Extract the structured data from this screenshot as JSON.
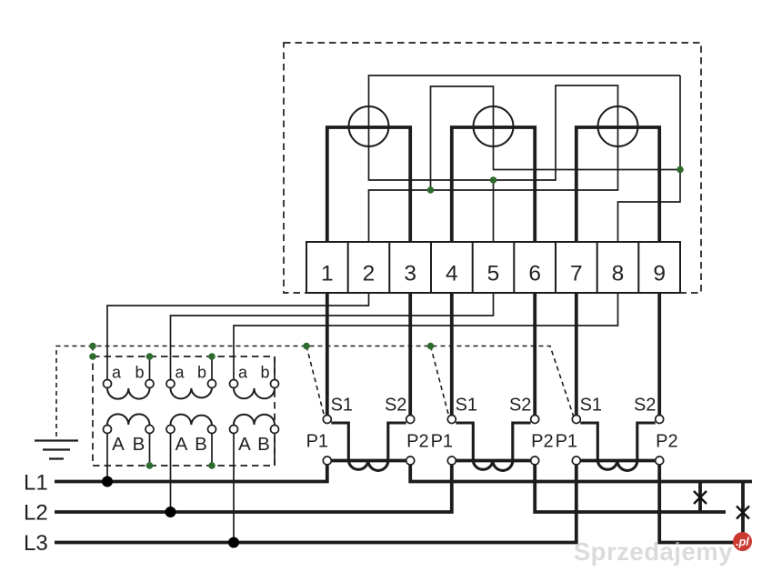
{
  "colors": {
    "wire": "#1c1c1c",
    "junction_green": "#2e6b2e",
    "junction_black": "#000000",
    "watermark_badge": "#cb3a31"
  },
  "meter": {
    "terminal_labels": [
      "1",
      "2",
      "3",
      "4",
      "5",
      "6",
      "7",
      "8",
      "9"
    ]
  },
  "voltage_transformers": {
    "secondary_a": "a",
    "secondary_b": "b",
    "primary_a": "A",
    "primary_b": "B"
  },
  "current_transformers": {
    "s1": "S1",
    "s2": "S2",
    "p1": "P1",
    "p2": "P2"
  },
  "phases": {
    "l1": "L1",
    "l2": "L2",
    "l3": "L3"
  },
  "watermark": {
    "site": "Sprzedajemy",
    "tld": ".pl"
  }
}
